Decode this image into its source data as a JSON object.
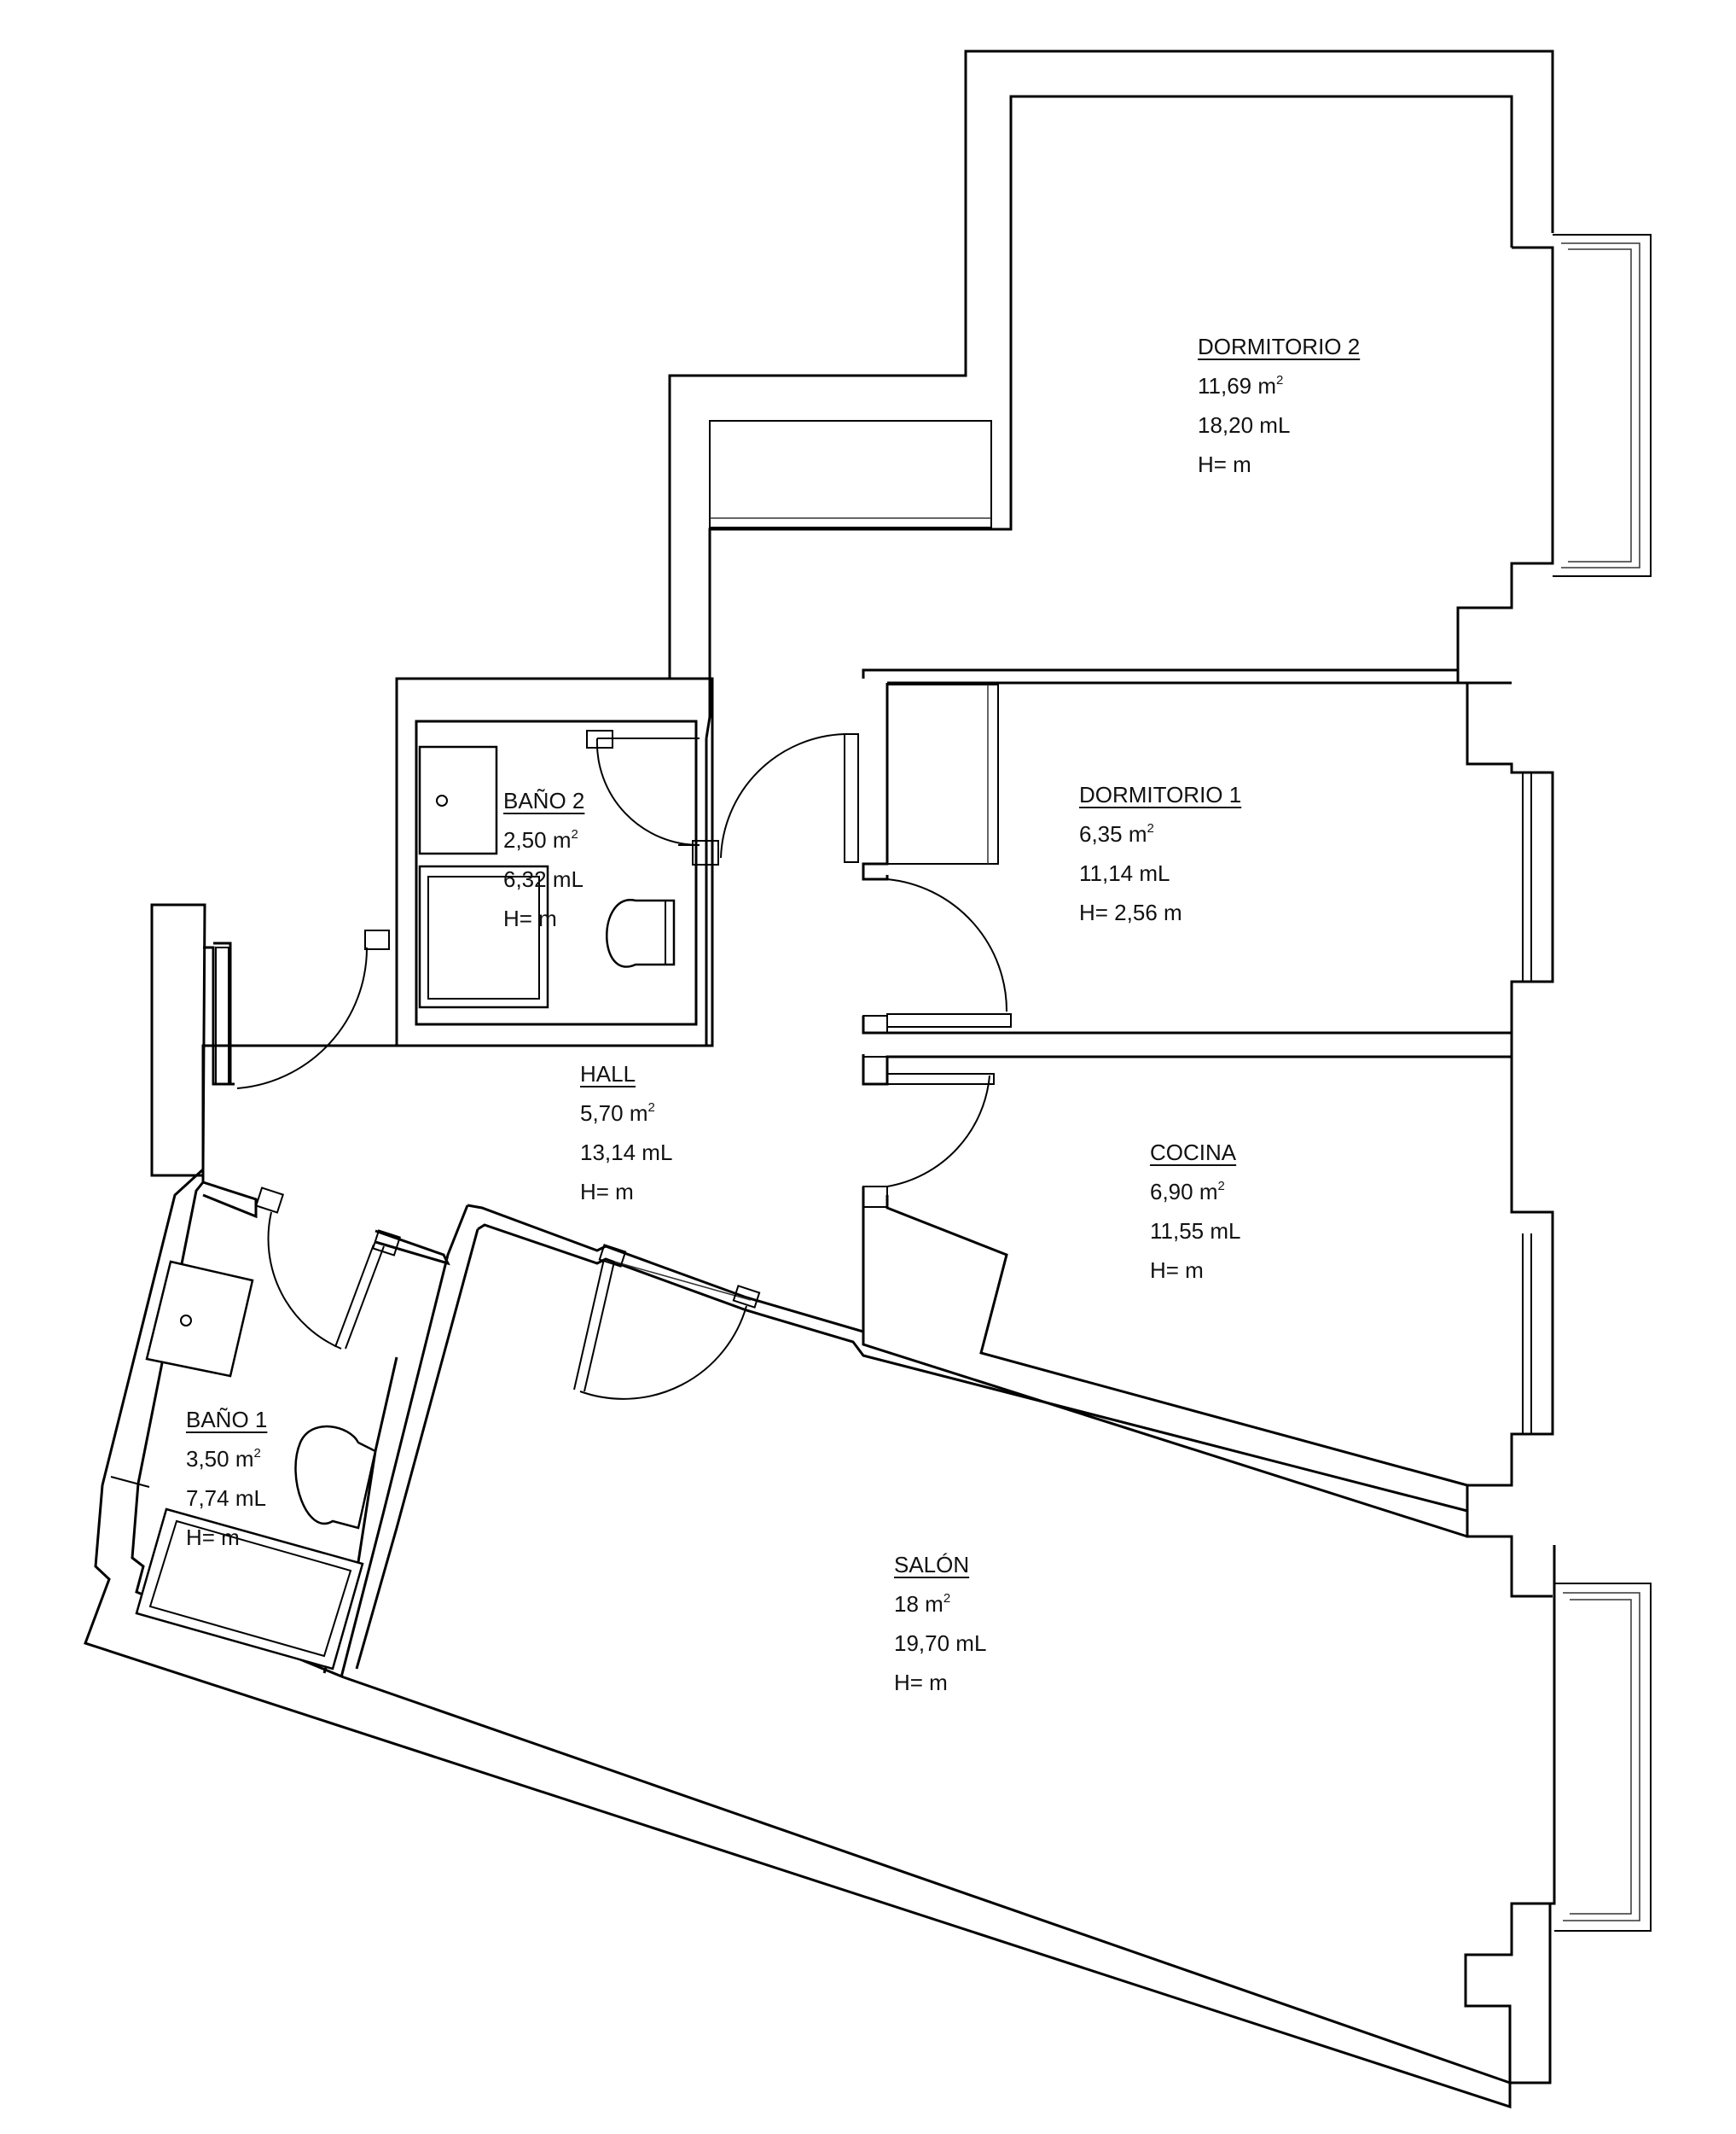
{
  "rooms": {
    "dormitorio2": {
      "name": "DORMITORIO 2",
      "area": "11,69 m",
      "area_sup": "2",
      "perimeter": "18,20 mL",
      "height": "H=  m"
    },
    "dormitorio1": {
      "name": "DORMITORIO 1",
      "area": "6,35 m",
      "area_sup": "2",
      "perimeter": "11,14 mL",
      "height": "H=  2,56 m"
    },
    "bano2": {
      "name": "BAÑO 2",
      "area": "2,50 m",
      "area_sup": "2",
      "perimeter": "6,32 mL",
      "height": "H=  m"
    },
    "hall": {
      "name": "HALL",
      "area": "5,70 m",
      "area_sup": "2",
      "perimeter": "13,14 mL",
      "height": "H=  m"
    },
    "cocina": {
      "name": "COCINA",
      "area": "6,90 m",
      "area_sup": "2",
      "perimeter": "11,55 mL",
      "height": "H=  m"
    },
    "bano1": {
      "name": "BAÑO 1",
      "area": "3,50 m",
      "area_sup": "2",
      "perimeter": "7,74 mL",
      "height": "H=  m"
    },
    "salon": {
      "name": "SALÓN",
      "area": "18 m",
      "area_sup": "2",
      "perimeter": "19,70 mL",
      "height": "H=  m"
    }
  }
}
